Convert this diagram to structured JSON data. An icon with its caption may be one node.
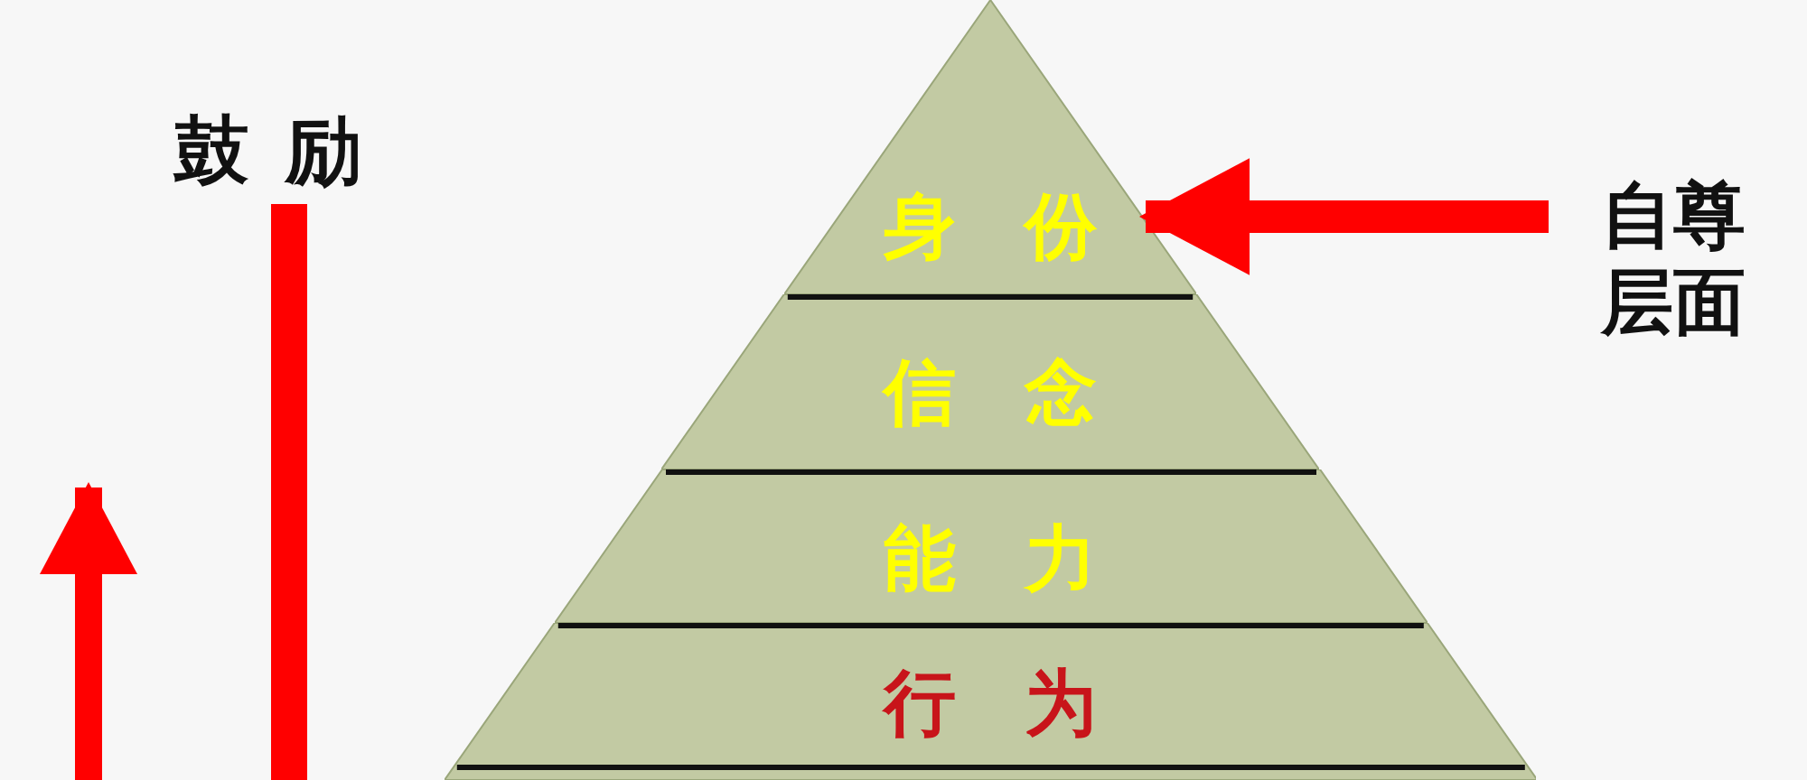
{
  "diagram": {
    "nodes": [
      {
        "text": [
          "身份"
        ]
      },
      {
        "text": [
          "信念"
        ]
      },
      {
        "text": [
          "能力"
        ]
      },
      {
        "text": [
          "行为"
        ]
      },
      {
        "text": [
          "自尊层面"
        ]
      }
    ],
    "edges": [
      {
        "from": 4,
        "to": 0,
        "arrow": "to"
      }
    ],
    "labels": [
      "鼓励"
    ]
  }
}
